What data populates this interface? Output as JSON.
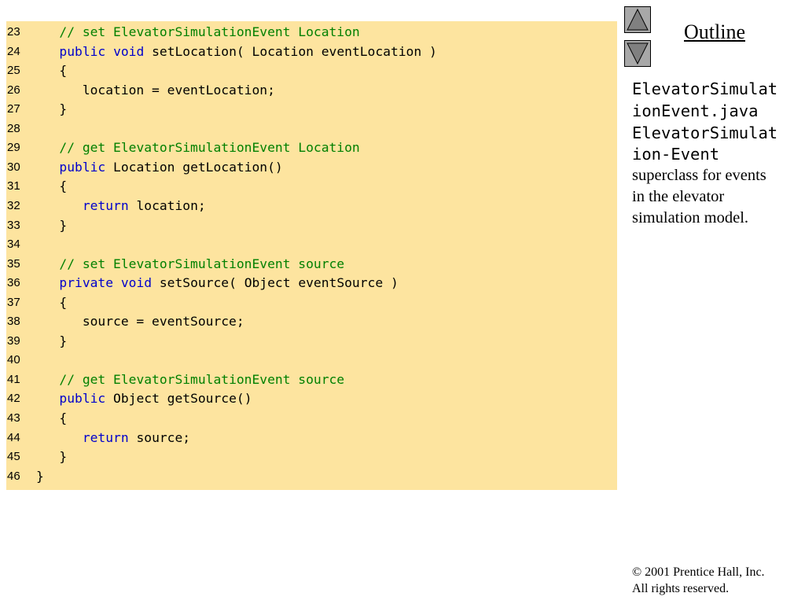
{
  "code": {
    "lines": [
      {
        "num": "23",
        "parts": [
          {
            "t": "   "
          },
          {
            "t": "// set ElevatorSimulationEvent Location",
            "c": "cm"
          }
        ]
      },
      {
        "num": "24",
        "parts": [
          {
            "t": "   "
          },
          {
            "t": "public",
            "c": "kw"
          },
          {
            "t": " "
          },
          {
            "t": "void",
            "c": "kw"
          },
          {
            "t": " setLocation( Location eventLocation )"
          }
        ]
      },
      {
        "num": "25",
        "parts": [
          {
            "t": "   {"
          }
        ]
      },
      {
        "num": "26",
        "parts": [
          {
            "t": "      location = eventLocation;"
          }
        ]
      },
      {
        "num": "27",
        "parts": [
          {
            "t": "   }"
          }
        ]
      },
      {
        "num": "28",
        "parts": []
      },
      {
        "num": "29",
        "parts": [
          {
            "t": "   "
          },
          {
            "t": "// get ElevatorSimulationEvent Location",
            "c": "cm"
          }
        ]
      },
      {
        "num": "30",
        "parts": [
          {
            "t": "   "
          },
          {
            "t": "public",
            "c": "kw"
          },
          {
            "t": " Location getLocation()"
          }
        ]
      },
      {
        "num": "31",
        "parts": [
          {
            "t": "   {"
          }
        ]
      },
      {
        "num": "32",
        "parts": [
          {
            "t": "      "
          },
          {
            "t": "return",
            "c": "kw"
          },
          {
            "t": " location;"
          }
        ]
      },
      {
        "num": "33",
        "parts": [
          {
            "t": "   }"
          }
        ]
      },
      {
        "num": "34",
        "parts": []
      },
      {
        "num": "35",
        "parts": [
          {
            "t": "   "
          },
          {
            "t": "// set ElevatorSimulationEvent source",
            "c": "cm"
          }
        ]
      },
      {
        "num": "36",
        "parts": [
          {
            "t": "   "
          },
          {
            "t": "private",
            "c": "kw"
          },
          {
            "t": " "
          },
          {
            "t": "void",
            "c": "kw"
          },
          {
            "t": " setSource( Object eventSource )"
          }
        ]
      },
      {
        "num": "37",
        "parts": [
          {
            "t": "   {"
          }
        ]
      },
      {
        "num": "38",
        "parts": [
          {
            "t": "      source = eventSource;"
          }
        ]
      },
      {
        "num": "39",
        "parts": [
          {
            "t": "   }"
          }
        ]
      },
      {
        "num": "40",
        "parts": []
      },
      {
        "num": "41",
        "parts": [
          {
            "t": "   "
          },
          {
            "t": "// get ElevatorSimulationEvent source",
            "c": "cm"
          }
        ]
      },
      {
        "num": "42",
        "parts": [
          {
            "t": "   "
          },
          {
            "t": "public",
            "c": "kw"
          },
          {
            "t": " Object getSource()"
          }
        ]
      },
      {
        "num": "43",
        "parts": [
          {
            "t": "   {"
          }
        ]
      },
      {
        "num": "44",
        "parts": [
          {
            "t": "      "
          },
          {
            "t": "return",
            "c": "kw"
          },
          {
            "t": " source;"
          }
        ]
      },
      {
        "num": "45",
        "parts": [
          {
            "t": "   }"
          }
        ]
      },
      {
        "num": "46",
        "parts": [
          {
            "t": "}"
          }
        ]
      }
    ]
  },
  "nav": {
    "up_icon": "triangle-up-icon",
    "down_icon": "triangle-down-icon"
  },
  "outline": {
    "title": "Outline",
    "filename_line1": "ElevatorSimulat",
    "filename_line2": "ionEvent.java",
    "class_line1": "ElevatorSimulat",
    "class_line2": "ion-Event",
    "desc_line1": "superclass for events",
    "desc_line2": "in the elevator",
    "desc_line3": "simulation model."
  },
  "footer": {
    "copyright_line1": "© 2001 Prentice Hall, Inc.",
    "copyright_line2": "All rights reserved."
  },
  "colors": {
    "code_bg": "#fde49f",
    "keyword": "#0000cc",
    "comment": "#008000",
    "nav_button": "#a8a8a8"
  }
}
